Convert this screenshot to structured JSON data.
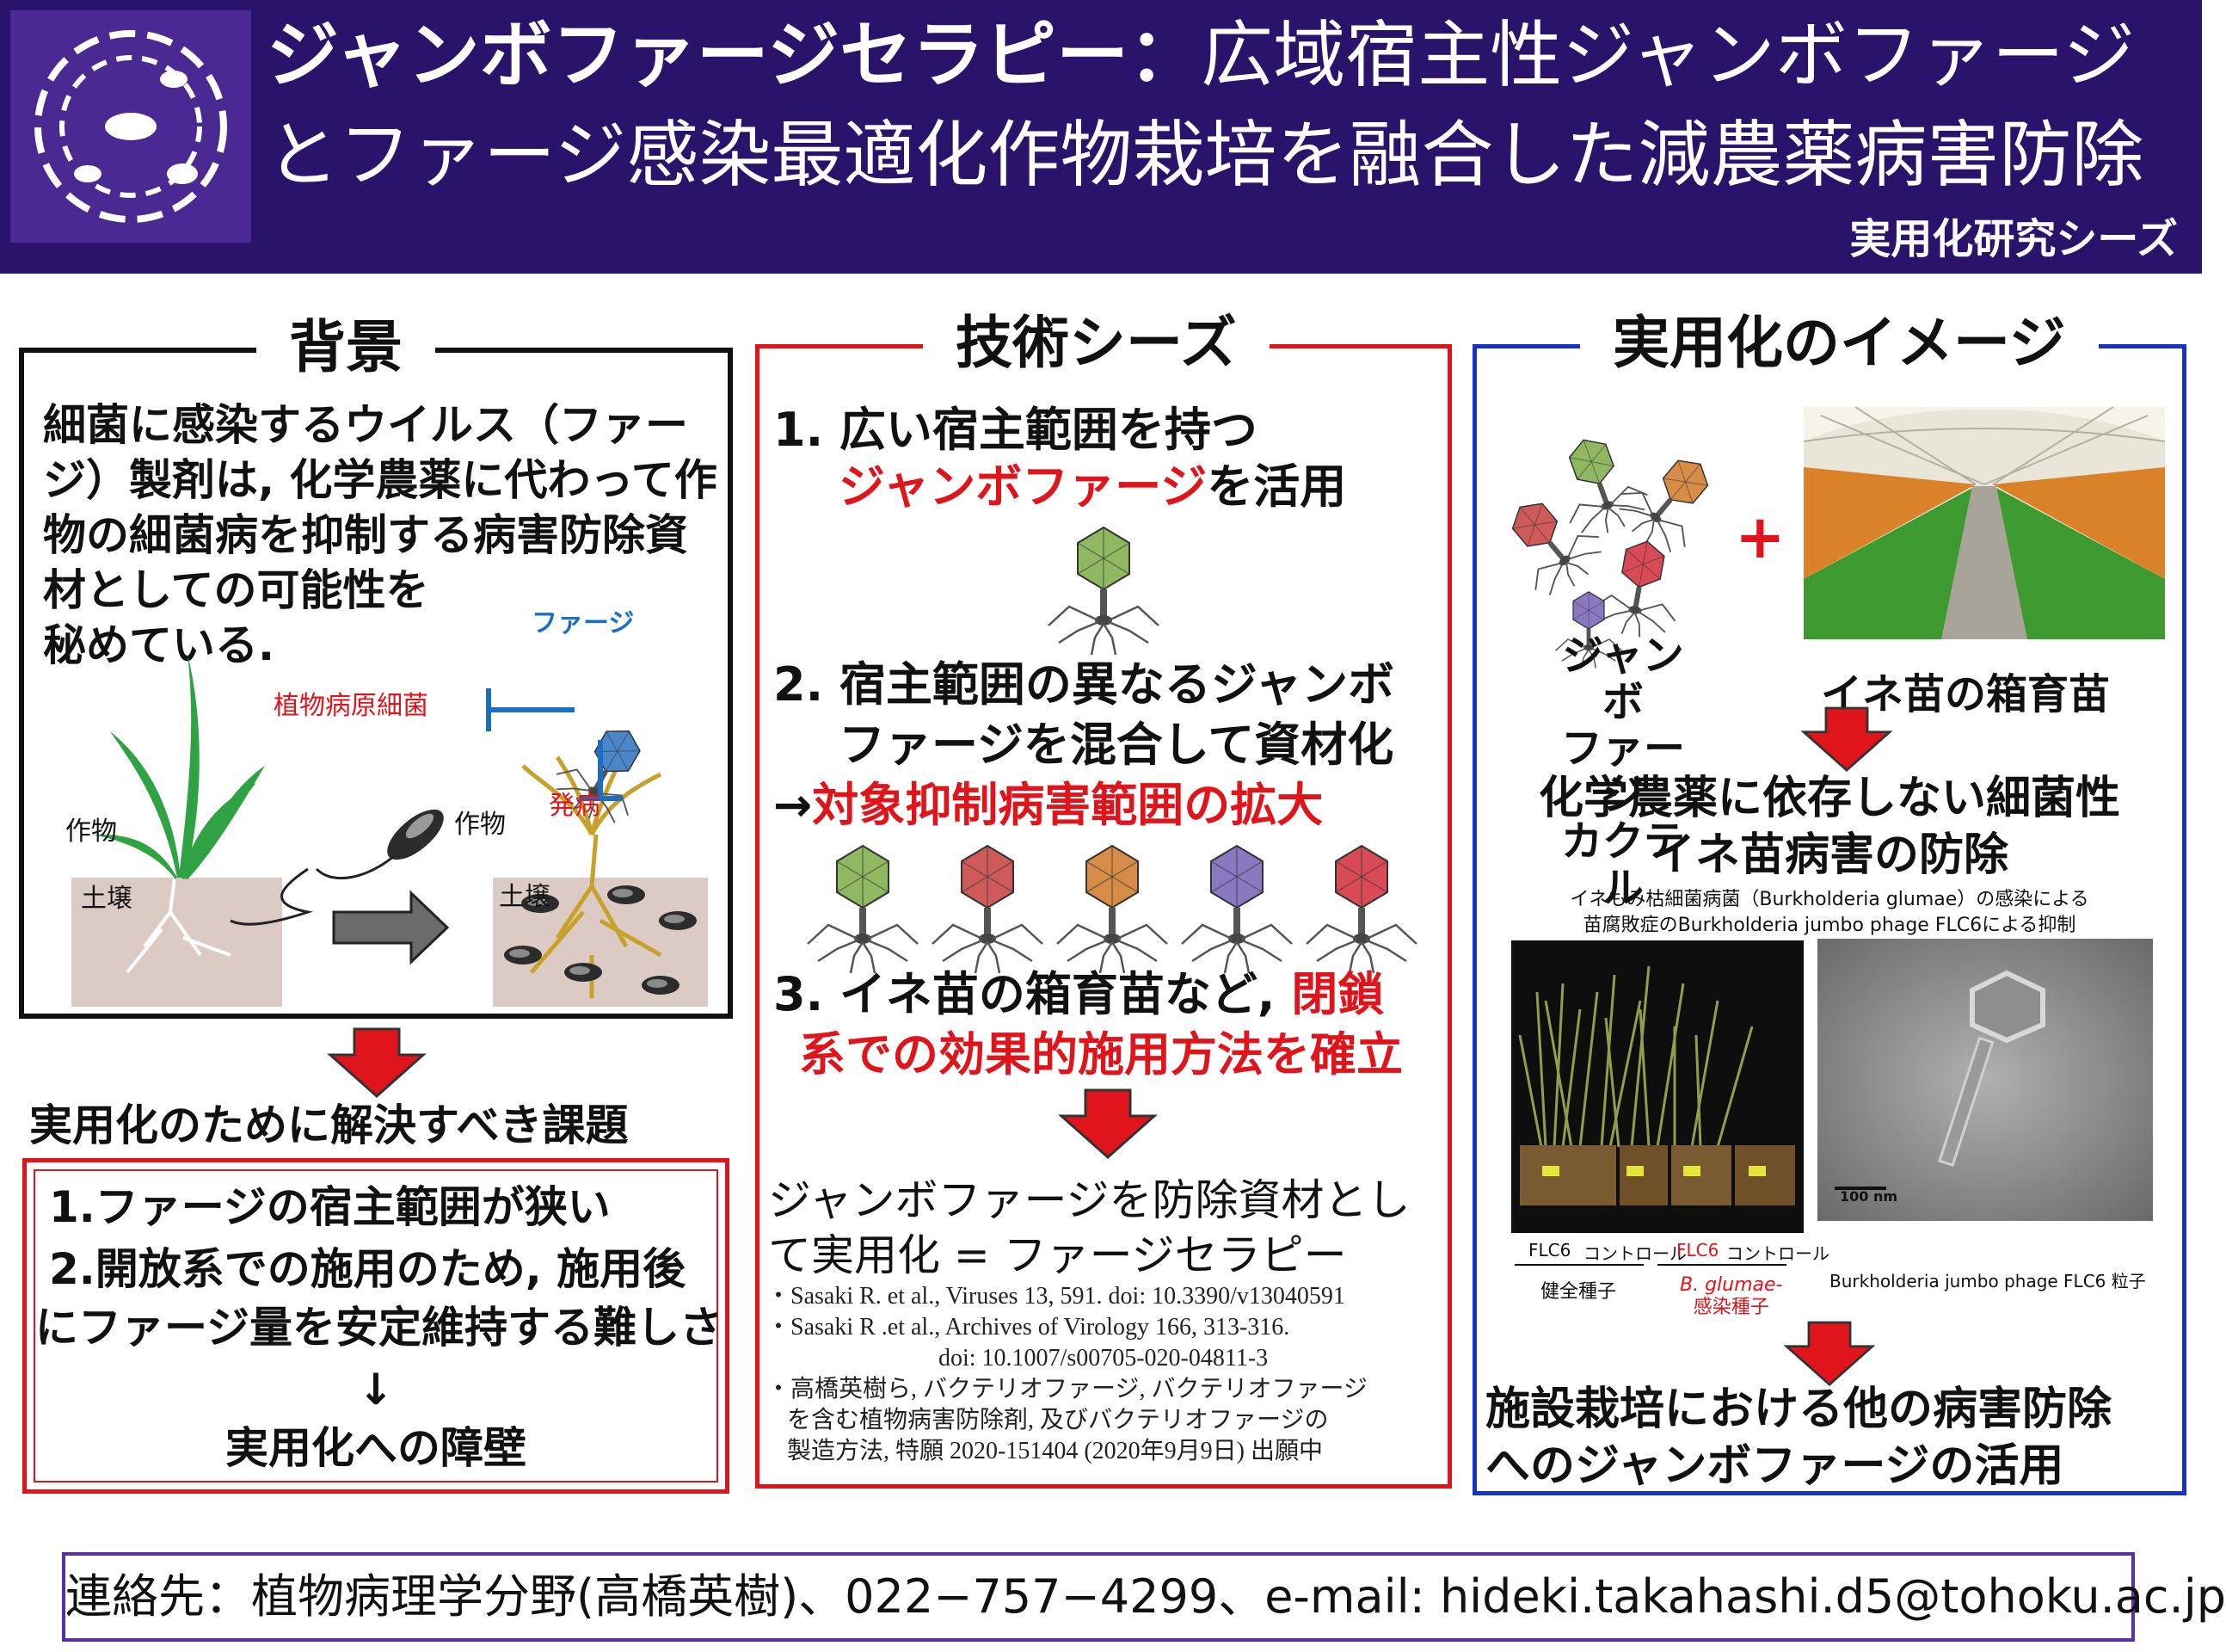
{
  "header": {
    "title_line1_bold": "ジャンボファージセラピー：",
    "title_line1_rest": "広域宿主性ジャンボファージ",
    "title_line2": "とファージ感染最適化作物栽培を融合した減農薬病害防除",
    "seeds_label": "実用化研究シーズ"
  },
  "background": {
    "title": "背景",
    "text": [
      "細菌に感染するウイルス（ファー",
      "ジ）製剤は, 化学農薬に代わって作",
      "物の細菌病を抑制する病害防除資",
      "材としての可能性を",
      "秘めている."
    ],
    "label_phage": "ファージ",
    "label_pathogen": "植物病原細菌",
    "label_disease": "発病",
    "label_crop_left": "作物",
    "label_crop_right": "作物",
    "label_soil_left": "土壌",
    "label_soil_right": "土壌"
  },
  "issues": {
    "heading": "実用化のために解決すべき課題",
    "item1": "1.ファージの宿主範囲が狭い",
    "item2_line1": "2.開放系での施用のため, 施用後",
    "item2_line2": "にファージ量を安定維持する難しさ",
    "arrow": "↓",
    "conclusion": "実用化への障壁"
  },
  "tech": {
    "title": "技術シーズ",
    "p1_line1": "1. 広い宿主範囲を持つ",
    "p1_red": "ジャンボファージ",
    "p1_tail": "を活用",
    "p2_line1": "2. 宿主範囲の異なるジャンボ",
    "p2_line2": "ファージを混合して資材化",
    "p2_arrow": "→",
    "p2_red": "対象抑制病害範囲の拡大",
    "p3_line1_black": "3. イネ苗の箱育苗など, ",
    "p3_line1_red": "閉鎖",
    "p3_line2_red": "系での効果的施用方法を確立",
    "conclusion_line1": "ジャンボファージを防除資材とし",
    "conclusion_line2": "て実用化 = ファージセラピー",
    "refs": [
      "・Sasaki R. et al.,  Viruses 13, 591. doi: 10.3390/v13040591",
      "・Sasaki R .et al., Archives of Virology 166, 313-316.",
      "doi: 10.1007/s00705-020-04811-3",
      "・高橋英樹ら, バクテリオファージ, バクテリオファージ",
      "を含む植物病害防除剤, 及びバクテリオファージの",
      "製造方法, 特願 2020-151404 (2020年9月9日) 出願中"
    ]
  },
  "application": {
    "title": "実用化のイメージ",
    "plus": "+",
    "cocktail": [
      "ジャンボ",
      "ファージ",
      "カクテル"
    ],
    "nursery": "イネ苗の箱育苗",
    "result_line1": "化学農薬に依存しない細菌性",
    "result_line2": "イネ苗病害の防除",
    "caption_line1": "イネもみ枯細菌病菌（Burkholderia glumae）の感染による",
    "caption_line2": "苗腐敗症のBurkholderia jumbo phage FLC6による抑制",
    "scale_bar": "100 nm",
    "label_flc6_a": "FLC6",
    "label_control_a": "コントロール",
    "label_flc6_b": "FLC6",
    "label_control_b": "コントロール",
    "label_healthy": "健全種子",
    "label_infected_1": "B. glumae-",
    "label_infected_2": "感染種子",
    "label_particle": "Burkholderia jumbo phage FLC6 粒子",
    "final_line1": "施設栽培における他の病害防除",
    "final_line2": "へのジャンボファージの活用"
  },
  "contact": {
    "text": "連絡先：植物病理学分野(高橋英樹)、022−757−4299、e-mail: hideki.takahashi.d5@tohoku.ac.jp"
  },
  "colors": {
    "header_bg": "#2a136b",
    "accent_red": "#e0141b",
    "accent_blue": "#1633c8",
    "phage_green": "#8fb860",
    "phage_red": "#cf5a5a",
    "phage_orange": "#d78c47",
    "phage_purple": "#8a78c0"
  }
}
